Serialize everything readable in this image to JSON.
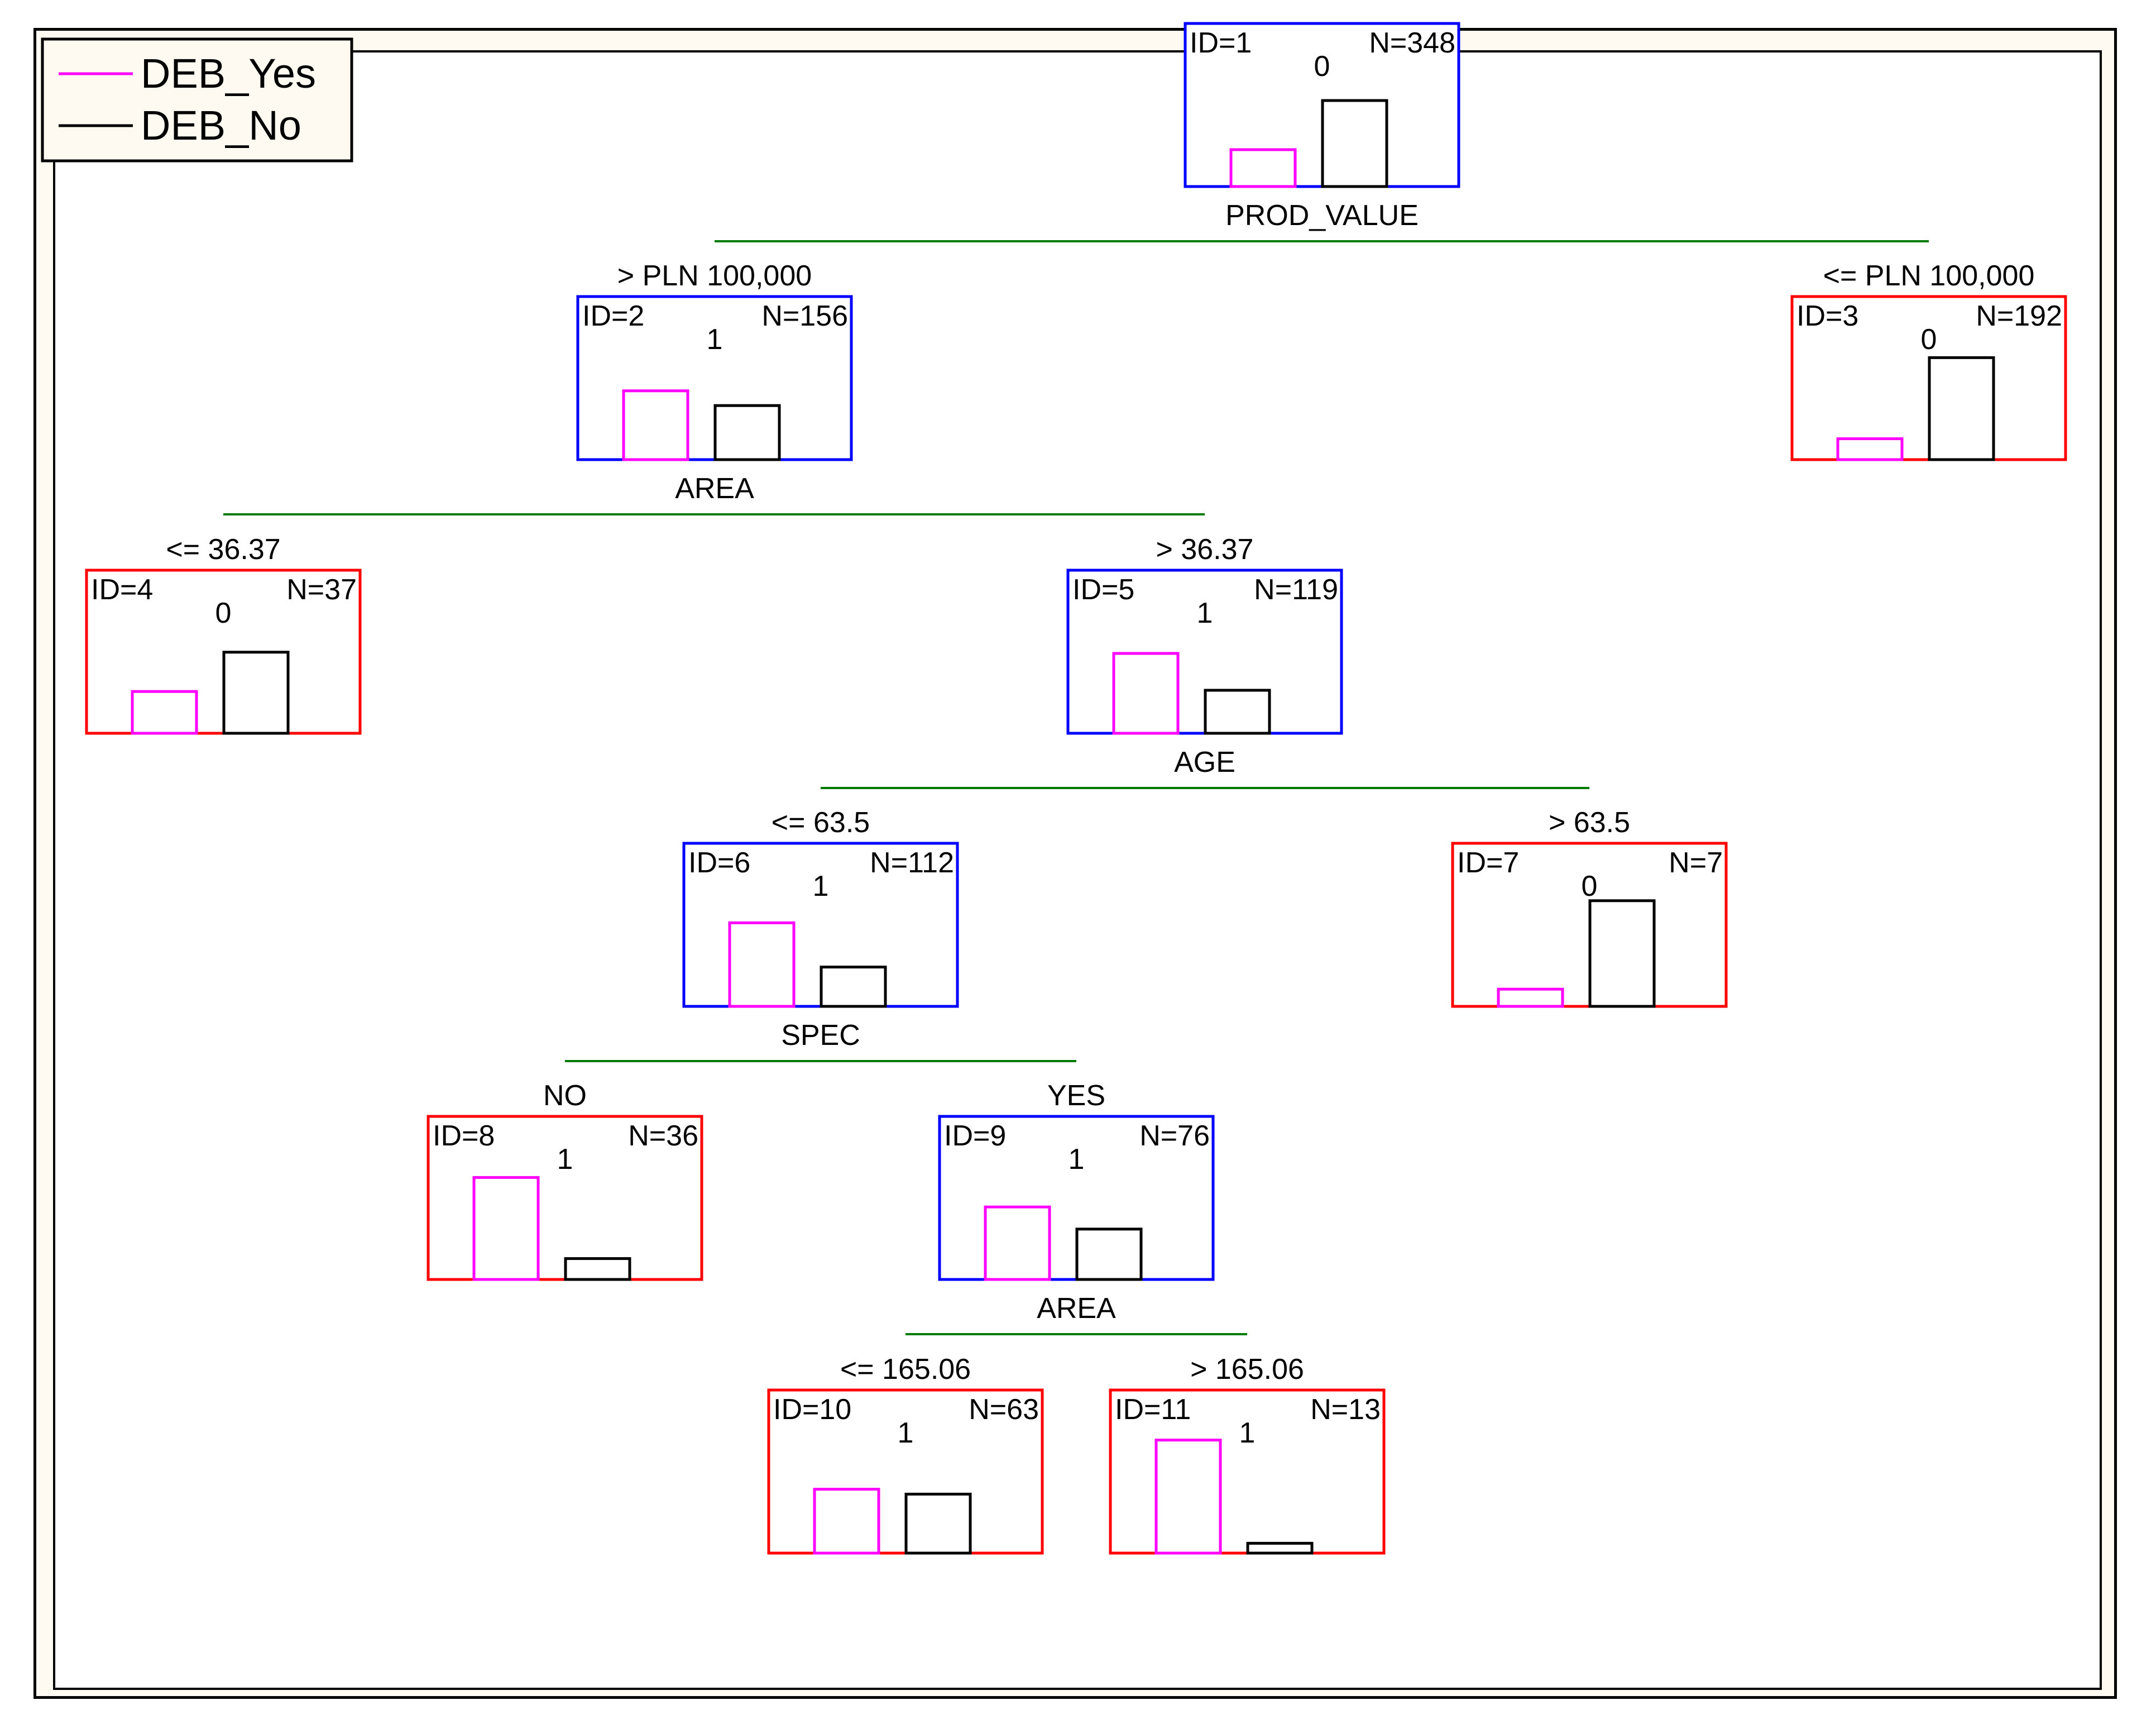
{
  "legend": {
    "items": [
      {
        "label": "DEB_Yes",
        "color": "#ff00ff"
      },
      {
        "label": "DEB_No",
        "color": "#000000"
      }
    ]
  },
  "colors": {
    "split_node_border": "#0000ff",
    "leaf_node_border": "#ff0000",
    "branch_line": "#007a00",
    "yes_bar": "#ff00ff",
    "no_bar": "#000000"
  },
  "nodes": [
    {
      "id": "ID=1",
      "n": "N=348",
      "pred": "0",
      "split": "PROD_VALUE",
      "type": "split",
      "yes_share": 0.3,
      "no_share": 0.7
    },
    {
      "id": "ID=2",
      "n": "N=156",
      "pred": "1",
      "split": "AREA",
      "type": "split",
      "yes_share": 0.56,
      "no_share": 0.44
    },
    {
      "id": "ID=3",
      "n": "N=192",
      "pred": "0",
      "split": "",
      "type": "leaf",
      "yes_share": 0.17,
      "no_share": 0.83
    },
    {
      "id": "ID=4",
      "n": "N=37",
      "pred": "0",
      "split": "",
      "type": "leaf",
      "yes_share": 0.34,
      "no_share": 0.66
    },
    {
      "id": "ID=5",
      "n": "N=119",
      "pred": "1",
      "split": "AGE",
      "type": "split",
      "yes_share": 0.65,
      "no_share": 0.35
    },
    {
      "id": "ID=6",
      "n": "N=112",
      "pred": "1",
      "split": "SPEC",
      "type": "split",
      "yes_share": 0.68,
      "no_share": 0.32
    },
    {
      "id": "ID=7",
      "n": "N=7",
      "pred": "0",
      "split": "",
      "type": "leaf",
      "yes_share": 0.14,
      "no_share": 0.86
    },
    {
      "id": "ID=8",
      "n": "N=36",
      "pred": "1",
      "split": "",
      "type": "leaf",
      "yes_share": 0.83,
      "no_share": 0.17
    },
    {
      "id": "ID=9",
      "n": "N=76",
      "pred": "1",
      "split": "AREA",
      "type": "split",
      "yes_share": 0.59,
      "no_share": 0.41
    },
    {
      "id": "ID=10",
      "n": "N=63",
      "pred": "1",
      "split": "",
      "type": "leaf",
      "yes_share": 0.52,
      "no_share": 0.48
    },
    {
      "id": "ID=11",
      "n": "N=13",
      "pred": "1",
      "split": "",
      "type": "leaf",
      "yes_share": 0.92,
      "no_share": 0.08
    }
  ],
  "edges": [
    {
      "parent": "ID=1",
      "child": "ID=2",
      "label": "> PLN 100,000"
    },
    {
      "parent": "ID=1",
      "child": "ID=3",
      "label": "<= PLN 100,000"
    },
    {
      "parent": "ID=2",
      "child": "ID=4",
      "label": "<= 36.37"
    },
    {
      "parent": "ID=2",
      "child": "ID=5",
      "label": "> 36.37"
    },
    {
      "parent": "ID=5",
      "child": "ID=6",
      "label": "<= 63.5"
    },
    {
      "parent": "ID=5",
      "child": "ID=7",
      "label": "> 63.5"
    },
    {
      "parent": "ID=6",
      "child": "ID=8",
      "label": "NO"
    },
    {
      "parent": "ID=6",
      "child": "ID=9",
      "label": "YES"
    },
    {
      "parent": "ID=9",
      "child": "ID=10",
      "label": "<= 165.06"
    },
    {
      "parent": "ID=9",
      "child": "ID=11",
      "label": "> 165.06"
    }
  ]
}
